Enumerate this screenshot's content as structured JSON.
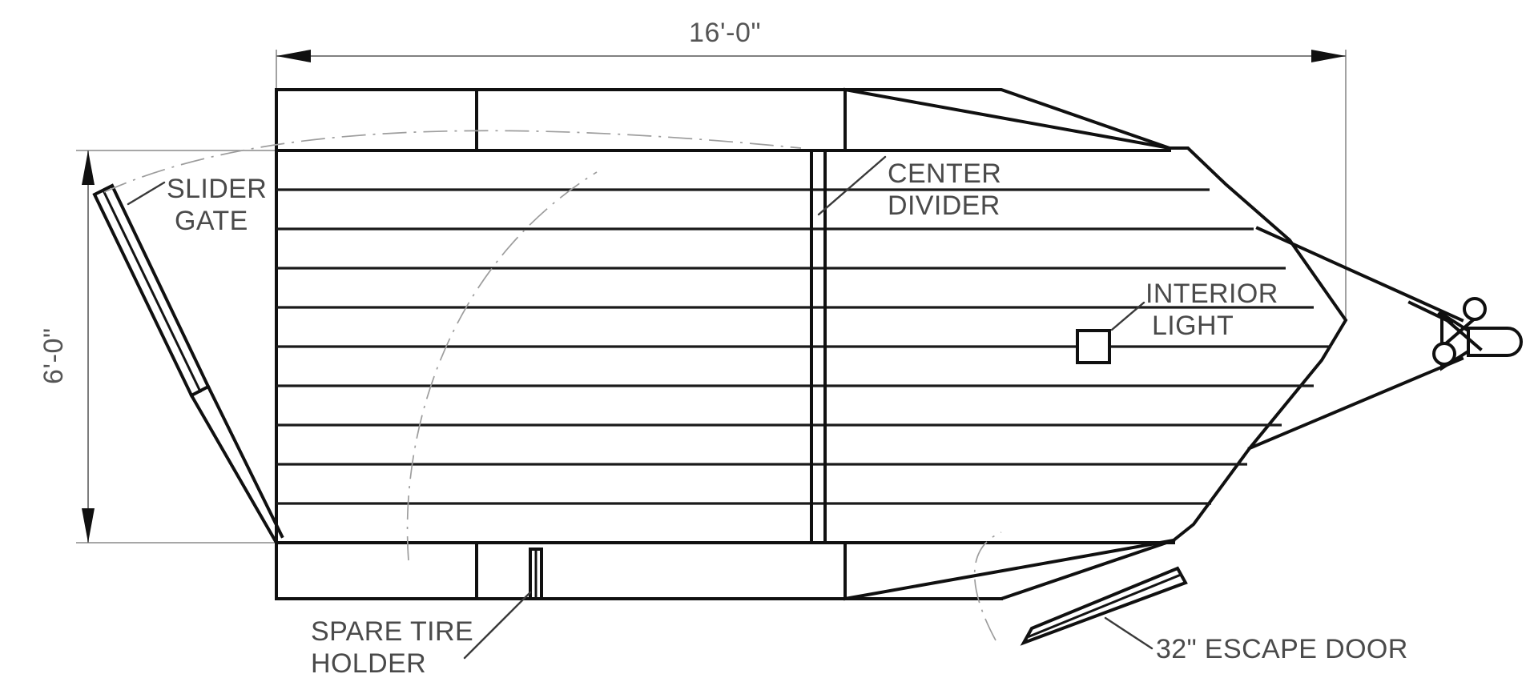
{
  "drawing": {
    "type": "technical-drawing",
    "subject": "Enclosed utility trailer side elevation",
    "view": "side-elevation"
  },
  "dimensions": {
    "overall_length": "16'-0\"",
    "overall_height": "6'-0\""
  },
  "annotations": {
    "slider_gate": {
      "line1": "SLIDER",
      "line2": "GATE"
    },
    "center_divider": {
      "line1": "CENTER",
      "line2": "DIVIDER"
    },
    "interior_light": {
      "line1": "INTERIOR",
      "line2": "LIGHT"
    },
    "spare_tire_holder": {
      "line1": "SPARE TIRE",
      "line2": "HOLDER"
    },
    "escape_door": {
      "line1": "32\" ESCAPE DOOR"
    }
  },
  "colors": {
    "object_line": "#101010",
    "dimension_line": "#6e6e6e",
    "phantom_line": "#9d9d9d",
    "text": "#4a4a4a",
    "background": "#ffffff"
  },
  "features": [
    {
      "name": "slider-gate",
      "label": "SLIDER GATE"
    },
    {
      "name": "center-divider",
      "label": "CENTER DIVIDER"
    },
    {
      "name": "interior-light",
      "label": "INTERIOR LIGHT"
    },
    {
      "name": "spare-tire-holder",
      "label": "SPARE TIRE HOLDER"
    },
    {
      "name": "escape-door",
      "label": "32\" ESCAPE DOOR"
    },
    {
      "name": "hitch-coupler",
      "label": ""
    }
  ]
}
